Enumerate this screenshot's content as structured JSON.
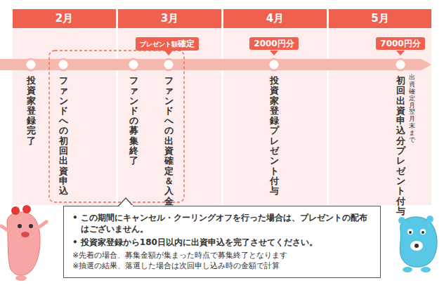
{
  "diagram": {
    "nodes": [
      {
        "text": [
          "2月"
        ]
      },
      {
        "text": [
          "3月"
        ]
      },
      {
        "text": [
          "4月"
        ]
      },
      {
        "text": [
          "5月"
        ]
      },
      {
        "text": [
          "プレゼント額",
          "確定"
        ]
      },
      {
        "text": [
          "2000円分"
        ]
      },
      {
        "text": [
          "7000円分"
        ]
      },
      {
        "text": [
          "• この期間にキャンセル・クーリングオフを行った場合は、プレゼントの配布はございません。",
          "• 投資家登録から180日以内に出資申込を完了させてください。",
          "※先着の場合、募集金額が集まった時点で募集終了となります",
          "※抽選の結果、落選した場合は次回申し込み時の金額で計算"
        ]
      }
    ],
    "labels": [
      "投資家登録完了",
      "ファンドへの初回出資申込",
      "ファンドの募集終了",
      "ファンドへの出資確定＆入金",
      "投資家登録プレゼント付与",
      "出資確定月翌月末まで",
      "初回出資申込分プレゼント付与"
    ]
  }
}
